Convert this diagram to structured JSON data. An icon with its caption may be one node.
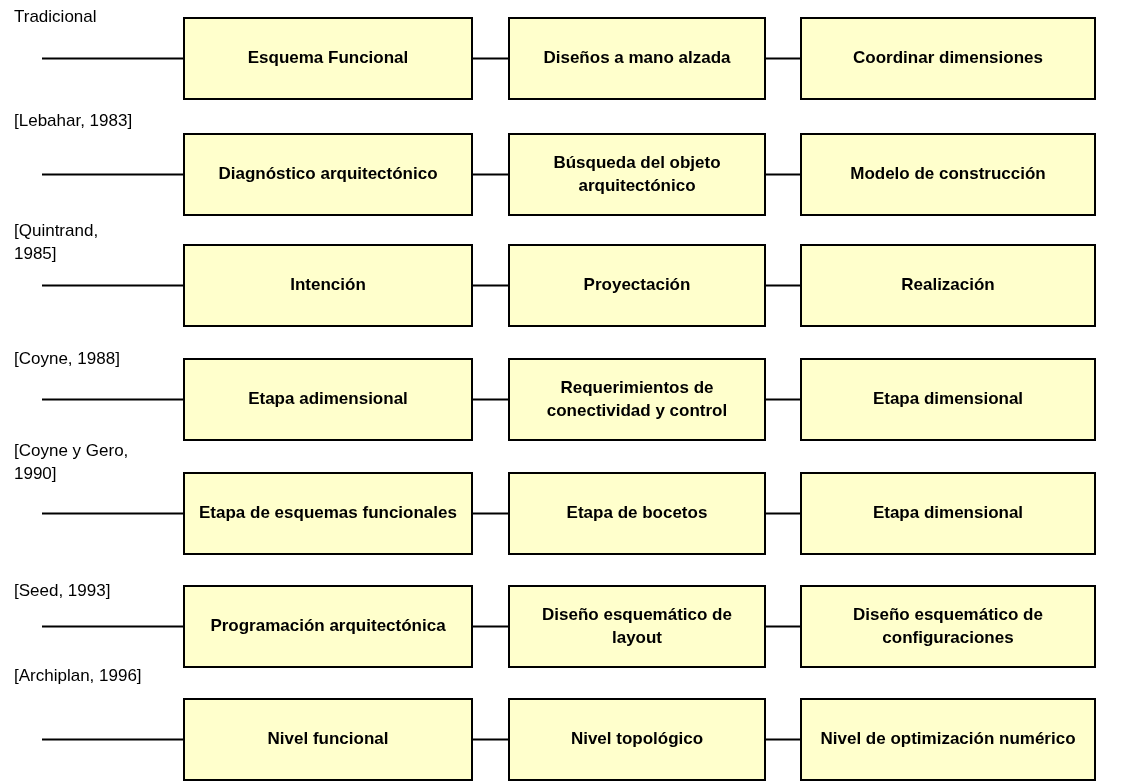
{
  "diagram": {
    "nodes": [
      {
        "text": [
          "Esquema Funcional"
        ]
      },
      {
        "text": [
          "Diseños a mano alzada"
        ]
      },
      {
        "text": [
          "Coordinar dimensiones"
        ]
      },
      {
        "text": [
          "Diagnóstico arquitectónico"
        ]
      },
      {
        "text": [
          "Búsqueda del objeto arquitectónico"
        ]
      },
      {
        "text": [
          "Modelo de construcción"
        ]
      },
      {
        "text": [
          "Intención"
        ]
      },
      {
        "text": [
          "Proyectación"
        ]
      },
      {
        "text": [
          "Realización"
        ]
      },
      {
        "text": [
          "Etapa adimensional"
        ]
      },
      {
        "text": [
          "Requerimientos de conectividad y control"
        ]
      },
      {
        "text": [
          "Etapa dimensional"
        ]
      },
      {
        "text": [
          "Etapa de esquemas funcionales"
        ]
      },
      {
        "text": [
          "Etapa de bocetos"
        ]
      },
      {
        "text": [
          "Etapa dimensional"
        ]
      },
      {
        "text": [
          "Programación arquitectónica"
        ]
      },
      {
        "text": [
          "Diseño esquemático de layout"
        ]
      },
      {
        "text": [
          "Diseño esquemático de configuraciones"
        ]
      },
      {
        "text": [
          "Nivel funcional"
        ]
      },
      {
        "text": [
          "Nivel topológico"
        ]
      },
      {
        "text": [
          "Nivel de optimización numérico"
        ]
      }
    ],
    "edges": [
      {
        "from": null,
        "to": 0,
        "arrow": "none"
      },
      {
        "from": 0,
        "to": 1,
        "arrow": "none"
      },
      {
        "from": 1,
        "to": 2,
        "arrow": "none"
      },
      {
        "from": null,
        "to": 3,
        "arrow": "none"
      },
      {
        "from": 3,
        "to": 4,
        "arrow": "none"
      },
      {
        "from": 4,
        "to": 5,
        "arrow": "none"
      },
      {
        "from": null,
        "to": 6,
        "arrow": "none"
      },
      {
        "from": 6,
        "to": 7,
        "arrow": "none"
      },
      {
        "from": 7,
        "to": 8,
        "arrow": "none"
      },
      {
        "from": null,
        "to": 9,
        "arrow": "none"
      },
      {
        "from": 9,
        "to": 10,
        "arrow": "none"
      },
      {
        "from": 10,
        "to": 11,
        "arrow": "none"
      },
      {
        "from": null,
        "to": 12,
        "arrow": "none"
      },
      {
        "from": 12,
        "to": 13,
        "arrow": "none"
      },
      {
        "from": 13,
        "to": 14,
        "arrow": "none"
      },
      {
        "from": null,
        "to": 15,
        "arrow": "none"
      },
      {
        "from": 15,
        "to": 16,
        "arrow": "none"
      },
      {
        "from": 16,
        "to": 17,
        "arrow": "none"
      },
      {
        "from": null,
        "to": 18,
        "arrow": "none"
      },
      {
        "from": 18,
        "to": 19,
        "arrow": "none"
      },
      {
        "from": 19,
        "to": 20,
        "arrow": "none"
      }
    ],
    "labels": [
      "Tradicional",
      "[Lebahar, 1983]",
      "[Quintrand, 1985]",
      "[Coyne, 1988]",
      "[Coyne y Gero, 1990]",
      "[Seed, 1993]",
      "[Archiplan, 1996]"
    ]
  }
}
